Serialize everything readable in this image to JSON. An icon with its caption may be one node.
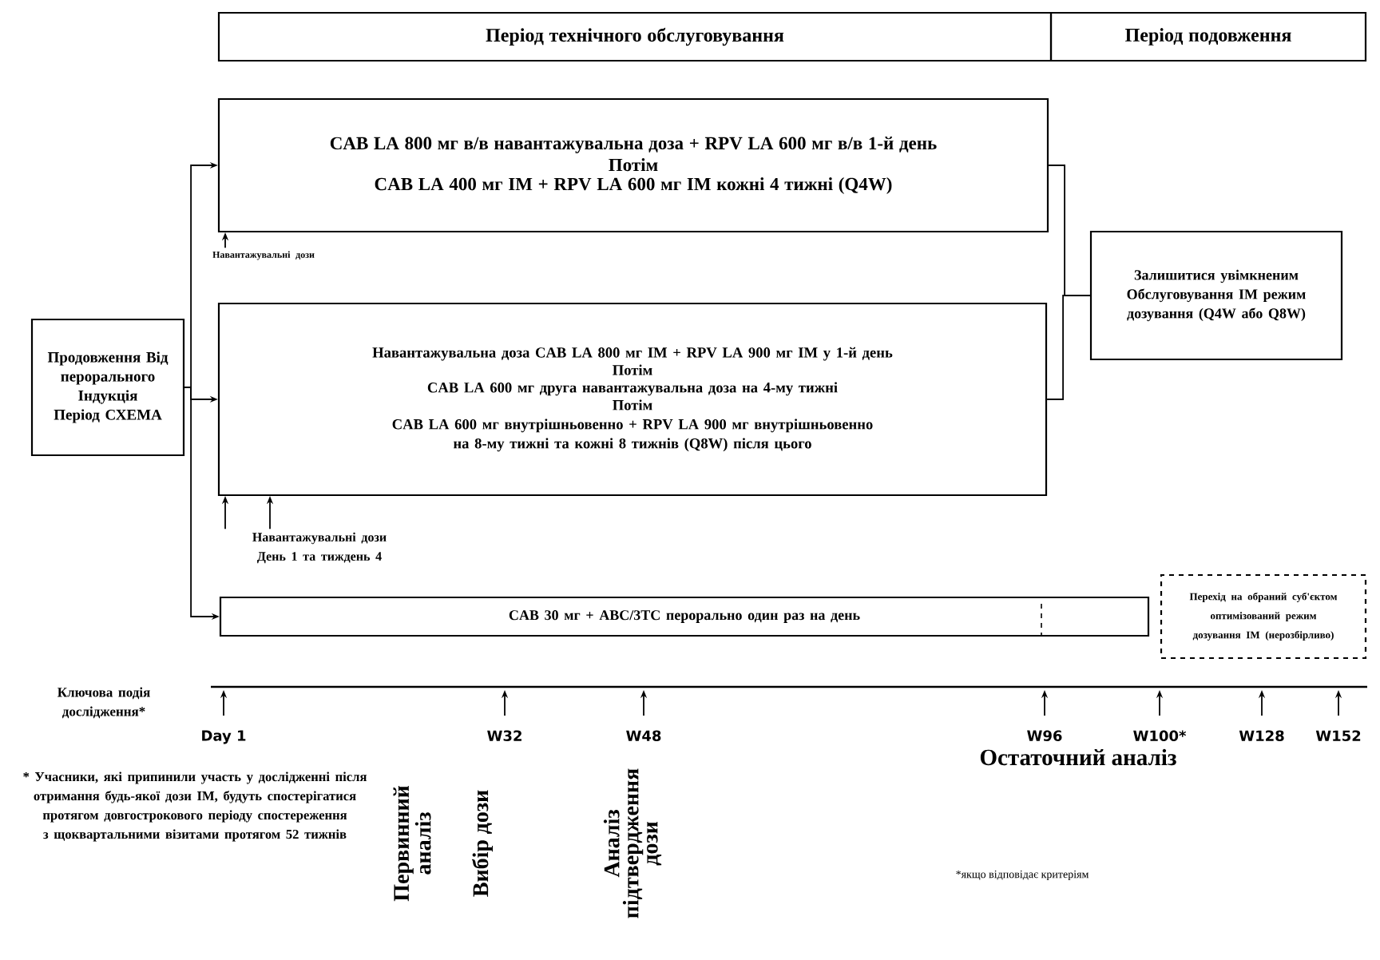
{
  "diagram": {
    "nodes": [
      {
        "text": [
          "Період технічного обслуговування"
        ]
      },
      {
        "text": [
          "Період подовження"
        ]
      },
      {
        "text": [
          "CAB LA 800 мг в/в навантажувальна доза + RPV LA 600 мг в/в 1-й день",
          "Потім",
          "CAB LA 400 мг IM + RPV LA 600 мг IM кожні 4 тижні (Q4W)"
        ]
      },
      {
        "text": [
          "Навантажувальна доза CAB LA 800 мг IM + RPV LA 900 мг IM у 1-й день",
          "Потім",
          "CAB LA 600 мг друга навантажувальна доза на 4-му тижні",
          "Потім",
          "CAB LA 600 мг внутрішньовенно + RPV LA 900 мг внутрішньовенно на 8-му тижні та кожні 8 тижнів (Q8W) після цього"
        ]
      },
      {
        "text": [
          "Продовження Від перорального Індукція Період СХЕМА"
        ]
      },
      {
        "text": [
          "Залишитися увімкненим Обслуговування IM режим дозування (Q4W або Q8W)"
        ]
      },
      {
        "text": [
          "CAB 30 мг + ABC/3TC перорально один раз на день"
        ]
      },
      {
        "text": [
          "Перехід на обраний суб'єктом оптимізований режим дозування IM (нерозбірливо)"
        ]
      },
      {
        "text": [
          "Навантажувальні дози"
        ]
      },
      {
        "text": [
          "Навантажувальні дози День 1 та тиждень 4"
        ]
      }
    ],
    "edges": [
      {
        "from": 4,
        "to": 2,
        "arrow": "to"
      },
      {
        "from": 4,
        "to": 3,
        "arrow": "to"
      },
      {
        "from": 4,
        "to": 6,
        "arrow": "to"
      },
      {
        "from": 2,
        "to": 5,
        "arrow": "none"
      },
      {
        "from": 3,
        "to": 5,
        "arrow": "none"
      },
      {
        "from": 8,
        "to": 2,
        "arrow": "to"
      },
      {
        "from": 9,
        "to": 3,
        "arrow": "to"
      },
      {
        "from": 9,
        "to": 3,
        "arrow": "to"
      }
    ],
    "labels": [
      "Ключова подія дослідження*",
      "Day 1",
      "W32",
      "W48",
      "W96",
      "W100*",
      "W128",
      "W152",
      "* Учасники, які припинили участь у дослідженні після отримання будь-якої дози IM, будуть спостерігатися протягом довгострокового періоду спостереження з щоквартальними візитами протягом 52 тижнів",
      "Первинний аналіз",
      "Вибір дози",
      "Аналіз підтвердження дози",
      "Остаточний аналіз",
      "*якщо відповідає критеріям"
    ]
  }
}
